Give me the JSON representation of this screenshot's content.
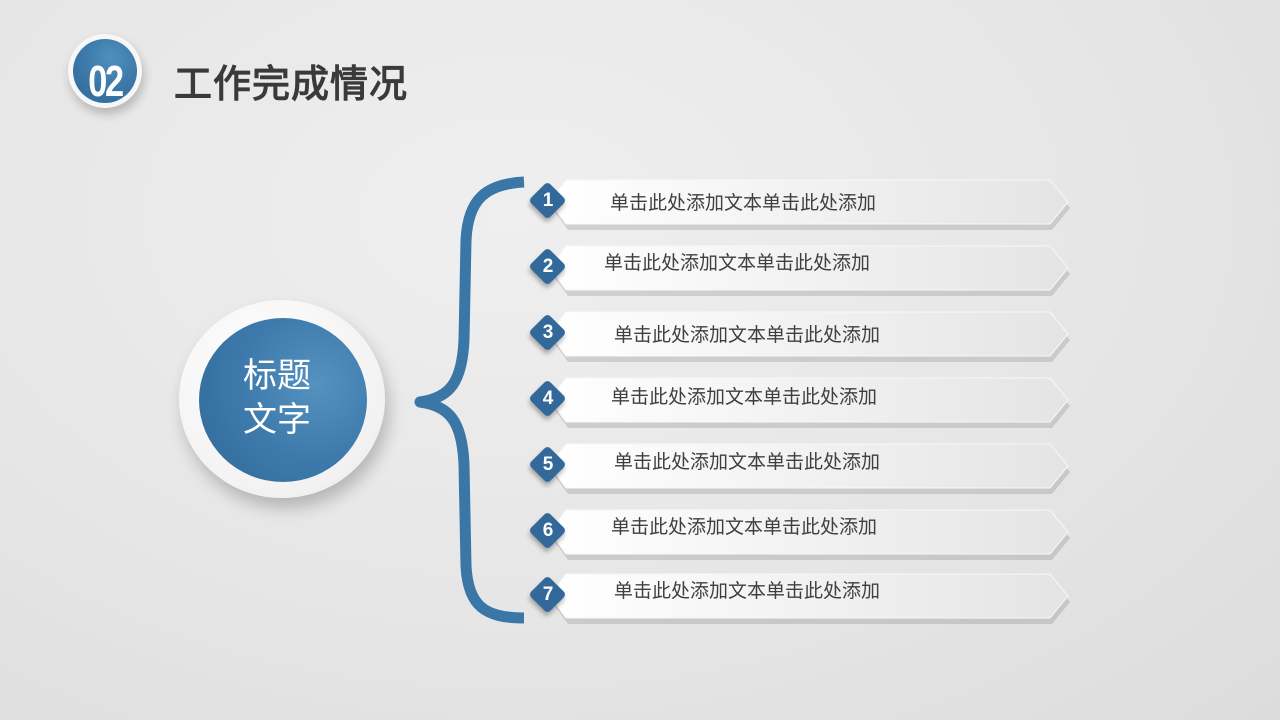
{
  "header": {
    "section_number": "02",
    "title": "工作完成情况"
  },
  "center": {
    "line1": "标题",
    "line2": "文字"
  },
  "colors": {
    "accent": "#3a76a6",
    "title_text": "#3a3a3a",
    "item_text": "#3f3f3f",
    "background": "#e6e6e6"
  },
  "items": [
    {
      "number": "1",
      "text": "单击此处添加文本单击此处添加"
    },
    {
      "number": "2",
      "text": "单击此处添加文本单击此处添加"
    },
    {
      "number": "3",
      "text": "单击此处添加文本单击此处添加"
    },
    {
      "number": "4",
      "text": "单击此处添加文本单击此处添加"
    },
    {
      "number": "5",
      "text": "单击此处添加文本单击此处添加"
    },
    {
      "number": "6",
      "text": "单击此处添加文本单击此处添加"
    },
    {
      "number": "7",
      "text": "单击此处添加文本单击此处添加"
    }
  ]
}
